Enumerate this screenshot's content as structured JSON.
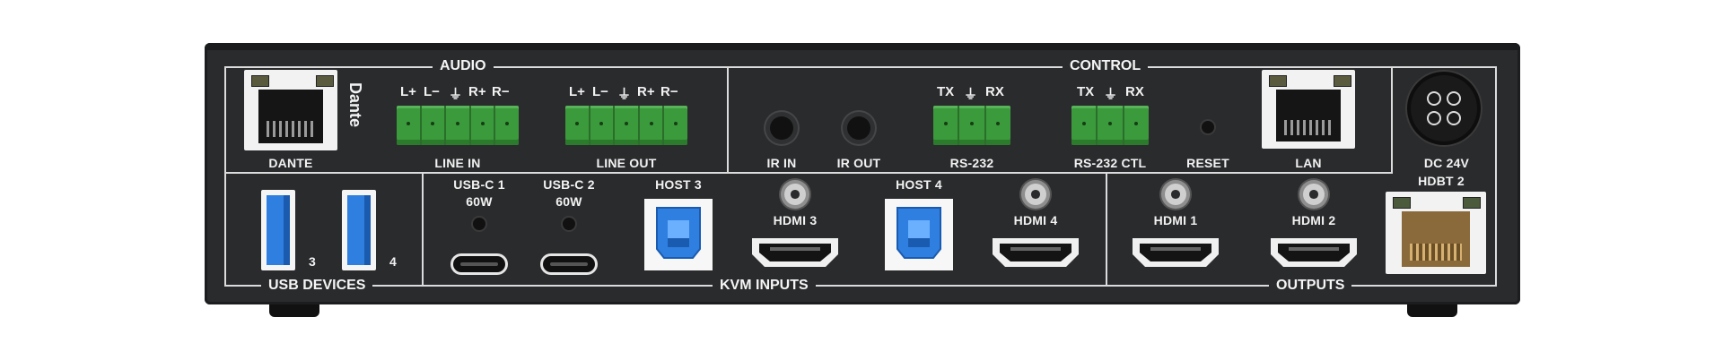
{
  "sections": {
    "audio": "AUDIO",
    "control": "CONTROL",
    "usb_devices": "USB DEVICES",
    "kvm_inputs": "KVM INPUTS",
    "outputs": "OUTPUTS"
  },
  "top_row": {
    "dante": "DANTE",
    "dante_logo": "Dante",
    "line_in": "LINE IN",
    "line_in_pins": [
      "L+",
      "L−",
      "⏚",
      "R+",
      "R−"
    ],
    "line_out": "LINE OUT",
    "line_out_pins": [
      "L+",
      "L−",
      "⏚",
      "R+",
      "R−"
    ],
    "ir_in": "IR IN",
    "ir_out": "IR OUT",
    "rs232": "RS-232",
    "rs232_pins": [
      "TX",
      "⏚",
      "RX"
    ],
    "rs232_ctl": "RS-232 CTL",
    "rs232_ctl_pins": [
      "TX",
      "⏚",
      "RX"
    ],
    "reset": "RESET",
    "lan": "LAN",
    "dc": "DC 24V"
  },
  "bottom_row": {
    "usb_3": "3",
    "usb_4": "4",
    "usbc1_line1": "USB-C 1",
    "usbc1_line2": "60W",
    "usbc2_line1": "USB-C 2",
    "usbc2_line2": "60W",
    "host3": "HOST 3",
    "hdmi3": "HDMI 3",
    "host4": "HOST 4",
    "hdmi4": "HDMI 4",
    "hdmi1": "HDMI 1",
    "hdmi2": "HDMI 2",
    "hdbt2": "HDBT 2"
  },
  "colors": {
    "chassis": "#2a2b2d",
    "terminal_green": "#3b9a3b",
    "usb_blue": "#2f7fe0"
  }
}
